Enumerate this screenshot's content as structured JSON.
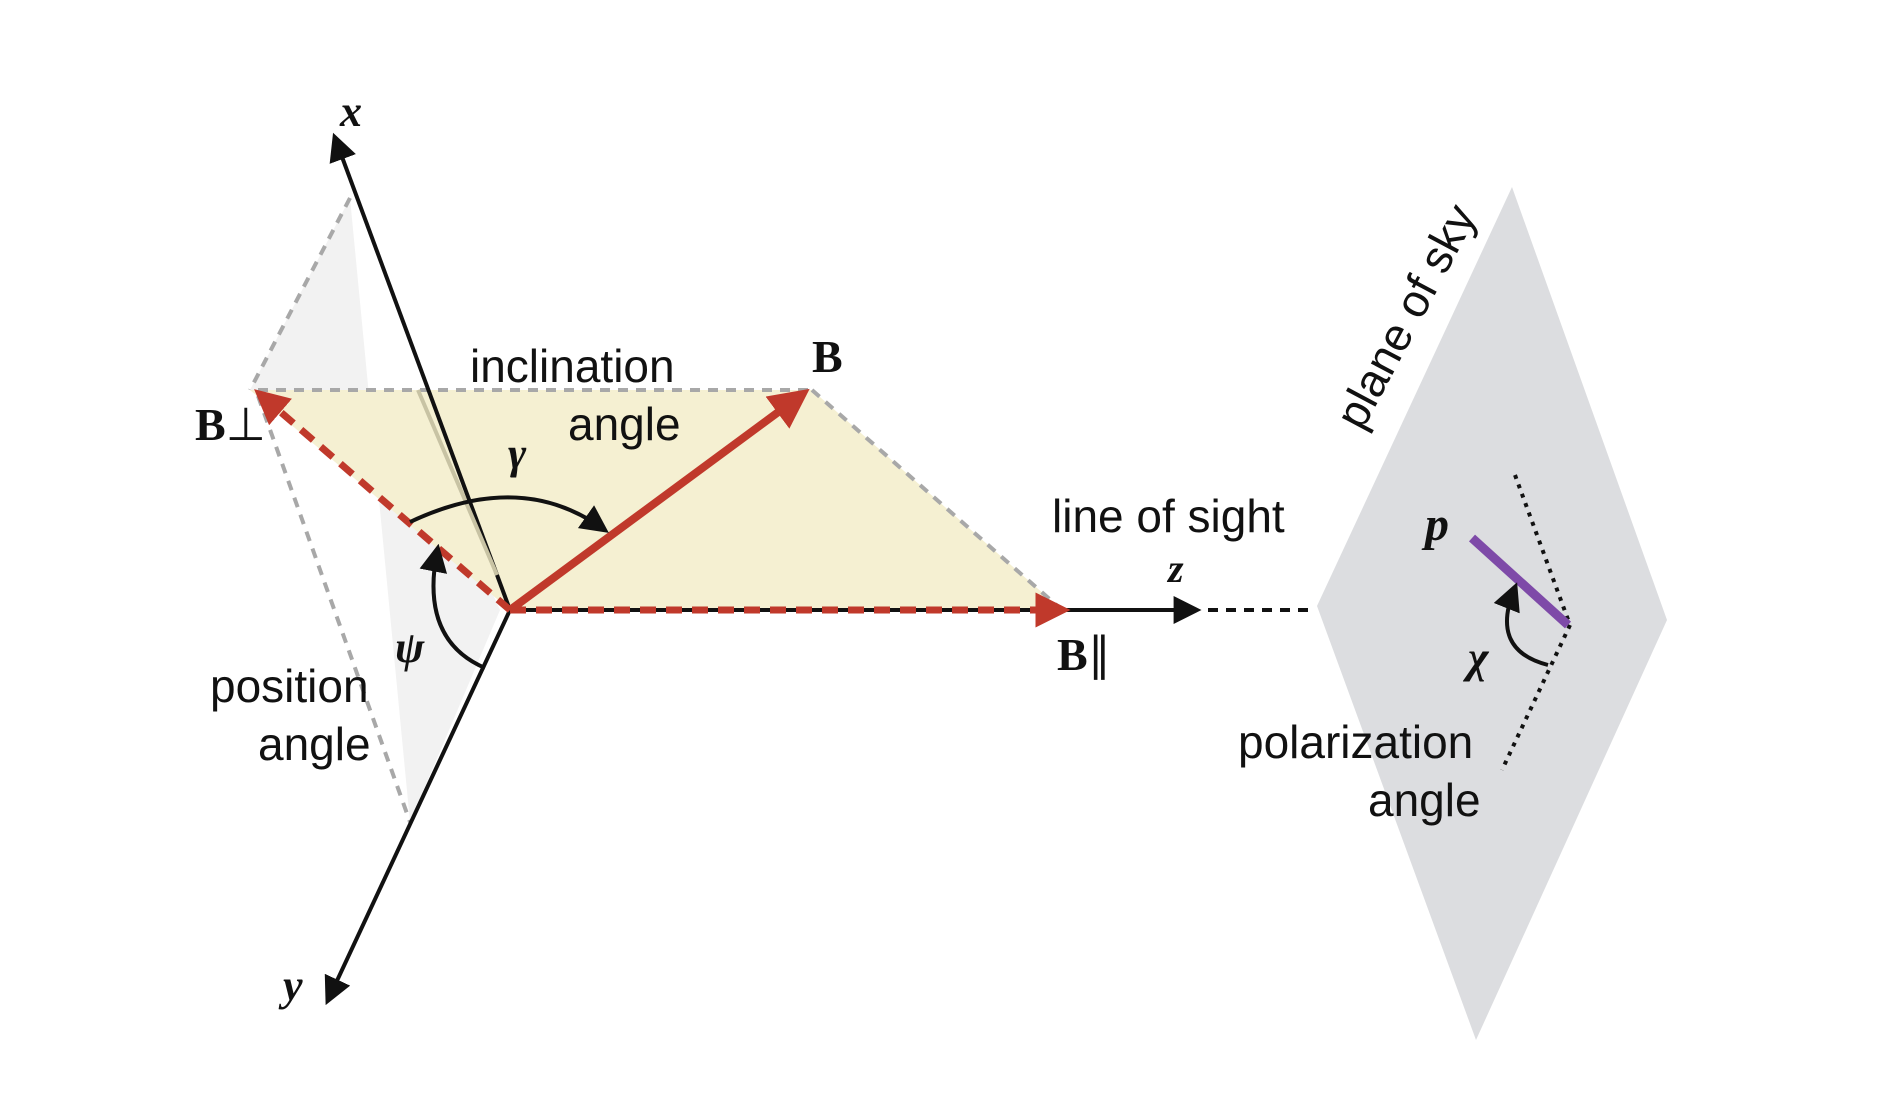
{
  "labels": {
    "x_axis": "x",
    "y_axis": "y",
    "z_axis": "z",
    "B": "B",
    "B_perp_base": "B",
    "B_perp_sub": "⊥",
    "B_par_base": "B",
    "B_par_sub": "∥",
    "gamma": "γ",
    "psi": "ψ",
    "chi": "χ",
    "p": "p",
    "inclination_line1": "inclination",
    "inclination_line2": "angle",
    "position_line1": "position",
    "position_line2": "angle",
    "polarization_line1": "polarization",
    "polarization_line2": "angle",
    "line_of_sight": "line of sight",
    "plane_of_sky": "plane of sky"
  },
  "colors": {
    "field_vector": "#c0392b",
    "polarization_bar": "#7e4aa8",
    "inclination_plane": "#f5f0d2",
    "position_plane": "#f2f2f2",
    "sky_plane": "#dcdde0",
    "axis": "#111111",
    "dashed_edge": "#a8a8a8"
  }
}
